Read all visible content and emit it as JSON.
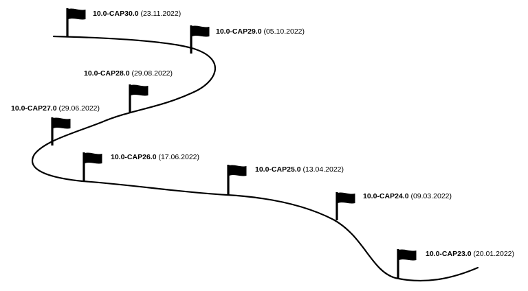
{
  "colors": {
    "road": "#000000",
    "flag": "#000000",
    "pole": "#000000",
    "background": "#ffffff"
  },
  "icon": "flag-icon",
  "milestones": [
    {
      "version": "10.0-CAP30.0",
      "date": "(23.11.2022)"
    },
    {
      "version": "10.0-CAP29.0",
      "date": "(05.10.2022)"
    },
    {
      "version": "10.0-CAP28.0",
      "date": "(29.08.2022)"
    },
    {
      "version": "10.0-CAP27.0",
      "date": "(29.06.2022)"
    },
    {
      "version": "10.0-CAP26.0",
      "date": "(17.06.2022)"
    },
    {
      "version": "10.0-CAP25.0",
      "date": "(13.04.2022)"
    },
    {
      "version": "10.0-CAP24.0",
      "date": "(09.03.2022)"
    },
    {
      "version": "10.0-CAP23.0",
      "date": "(20.01.2022)"
    }
  ]
}
